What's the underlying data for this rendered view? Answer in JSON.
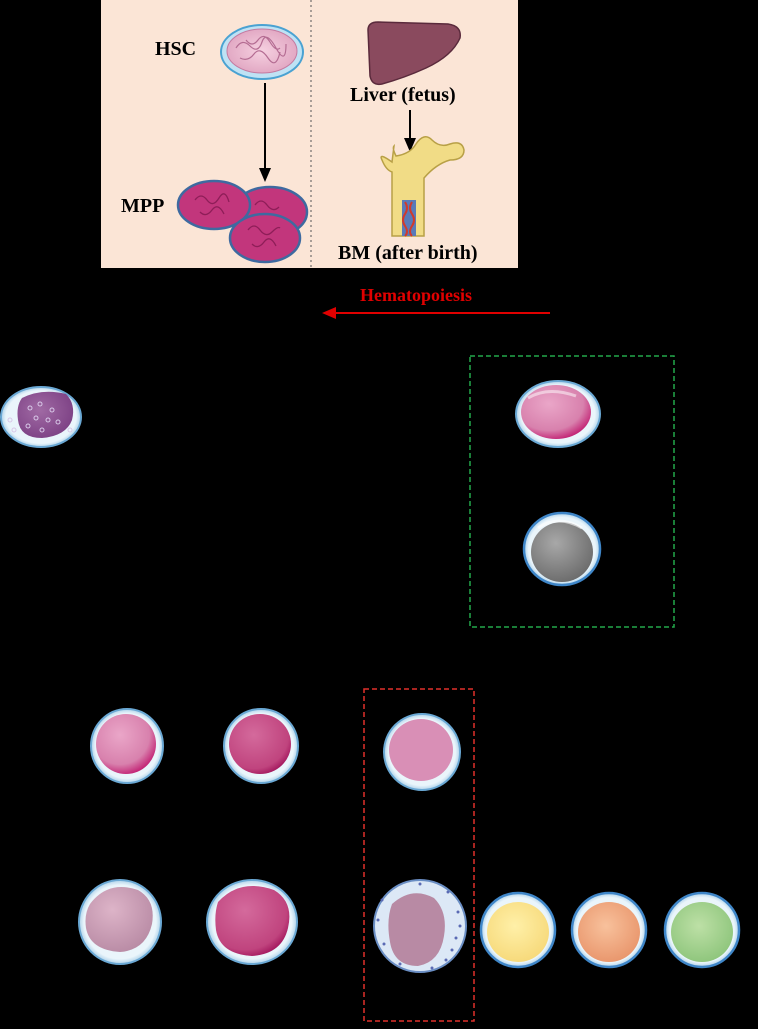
{
  "panel": {
    "hsc_label": "HSC",
    "mpp_label": "MPP",
    "liver_label": "Liver (fetus)",
    "bm_label": "BM (after birth)"
  },
  "hematopoiesis": {
    "label": "Hematopoiesis",
    "color": "#e00000"
  },
  "colors": {
    "background": "#000000",
    "panel": "#fbe5d6",
    "green_box": "#22a84a",
    "red_box": "#e0302a"
  }
}
